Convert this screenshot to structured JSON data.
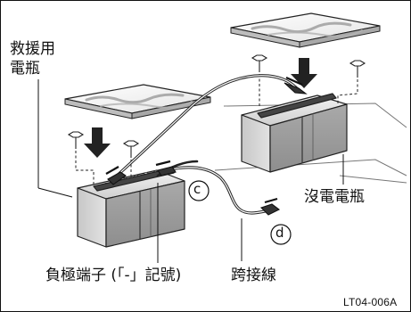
{
  "labels": {
    "booster_battery_line1": "救援用",
    "booster_battery_line2": "電瓶",
    "dead_battery": "沒電電瓶",
    "negative_terminal": "負極端子 (「-」記號)",
    "jumper_cable": "跨接線",
    "callout_c": "c",
    "callout_d": "d",
    "figure_code": "LT04-006A"
  }
}
